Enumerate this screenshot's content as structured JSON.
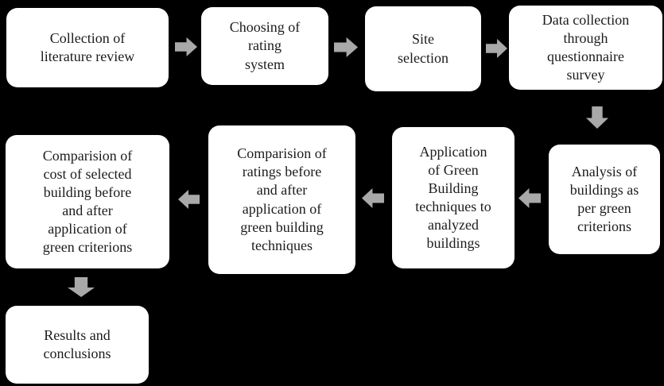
{
  "diagram": {
    "title": "Green building study methodology flowchart",
    "colors": {
      "bg": "#000000",
      "box-fill": "#ffffff",
      "text": "#1c1c1c",
      "arrow": "#a9a9a9"
    },
    "nodes": [
      {
        "id": "collection-literature",
        "label": "Collection of\nliterature review"
      },
      {
        "id": "choosing-rating",
        "label": "Choosing of\nrating\nsystem"
      },
      {
        "id": "site-selection",
        "label": "Site\nselection"
      },
      {
        "id": "data-collection",
        "label": "Data collection\nthrough\nquestionnaire\nsurvey"
      },
      {
        "id": "analysis-buildings",
        "label": "Analysis of\nbuildings as\nper green\ncriterions"
      },
      {
        "id": "application-green",
        "label": "Application\nof Green\nBuilding\ntechniques to\nanalyzed\nbuildings"
      },
      {
        "id": "comparison-ratings",
        "label": "Comparision of\nratings before\nand after\napplication of\ngreen building\ntechniques"
      },
      {
        "id": "comparison-cost",
        "label": "Comparision of\ncost of selected\nbuilding before\nand after\napplication of\ngreen criterions"
      },
      {
        "id": "results-conclusions",
        "label": "Results and\nconclusions"
      }
    ],
    "arrows": [
      {
        "from": "collection-literature",
        "to": "choosing-rating",
        "direction": "right"
      },
      {
        "from": "choosing-rating",
        "to": "site-selection",
        "direction": "right"
      },
      {
        "from": "site-selection",
        "to": "data-collection",
        "direction": "right"
      },
      {
        "from": "data-collection",
        "to": "analysis-buildings",
        "direction": "down"
      },
      {
        "from": "analysis-buildings",
        "to": "application-green",
        "direction": "left"
      },
      {
        "from": "application-green",
        "to": "comparison-ratings",
        "direction": "left"
      },
      {
        "from": "comparison-ratings",
        "to": "comparison-cost",
        "direction": "left"
      },
      {
        "from": "comparison-cost",
        "to": "results-conclusions",
        "direction": "down"
      }
    ]
  }
}
